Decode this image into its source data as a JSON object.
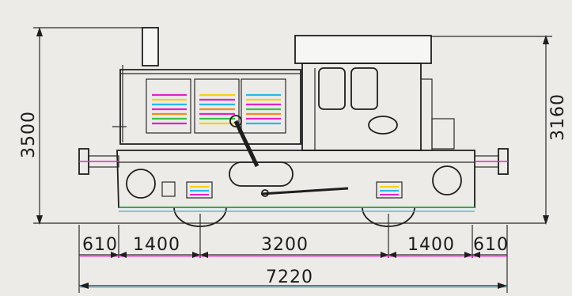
{
  "dimensions": {
    "overall_height": "3500",
    "cab_height": "3160",
    "front_overhang": "610",
    "front_axle_gap": "1400",
    "wheelbase": "3200",
    "rear_axle_gap": "1400",
    "rear_overhang": "610",
    "total_length": "7220"
  },
  "colors": {
    "background": "#ecebe8",
    "line": "#1e1e1e",
    "accent_yellow": "#f2d21a",
    "accent_magenta": "#e024c8",
    "accent_cyan": "#2bb7e6",
    "accent_green": "#3ac24a",
    "accent_orange": "#f08a1c"
  }
}
